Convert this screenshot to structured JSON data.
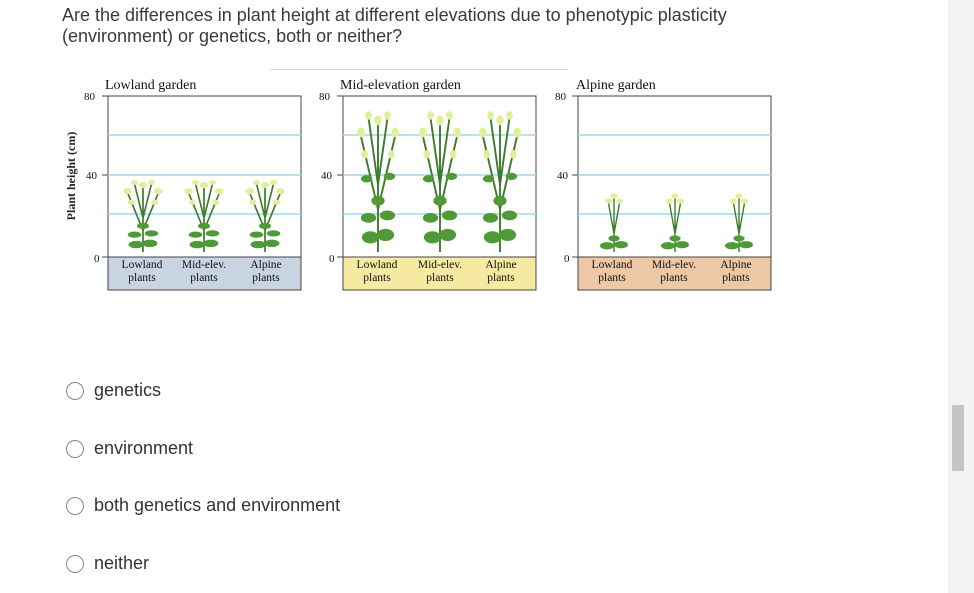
{
  "question": "Are the differences in plant height at different elevations due to phenotypic plasticity (environment) or genetics, both or neither?",
  "figure": {
    "y_axis_label": "Plant height (cm)",
    "ticks": [
      "80",
      "40",
      "0"
    ],
    "panels": [
      {
        "title": "Lowland garden",
        "label_fill": "#c9d4e2",
        "plants": [
          {
            "label1": "Lowland",
            "label2": "plants"
          },
          {
            "label1": "Mid-elev.",
            "label2": "plants"
          },
          {
            "label1": "Alpine",
            "label2": "plants"
          }
        ]
      },
      {
        "title": "Mid-elevation garden",
        "label_fill": "#f6eaa2",
        "plants": [
          {
            "label1": "Lowland",
            "label2": "plants"
          },
          {
            "label1": "Mid-elev.",
            "label2": "plants"
          },
          {
            "label1": "Alpine",
            "label2": "plants"
          }
        ]
      },
      {
        "title": "Alpine garden",
        "label_fill": "#eec8a6",
        "plants": [
          {
            "label1": "Lowland",
            "label2": "plants"
          },
          {
            "label1": "Mid-elev.",
            "label2": "plants"
          },
          {
            "label1": "Alpine",
            "label2": "plants"
          }
        ]
      }
    ]
  },
  "options": [
    {
      "label": "genetics"
    },
    {
      "label": "environment"
    },
    {
      "label": "both genetics and environment"
    },
    {
      "label": "neither"
    }
  ],
  "colors": {
    "grid_line": "#9fd9ef",
    "stem": "#3e7c2c",
    "leaf": "#4f9a36",
    "flower": "#e3ee9a"
  }
}
